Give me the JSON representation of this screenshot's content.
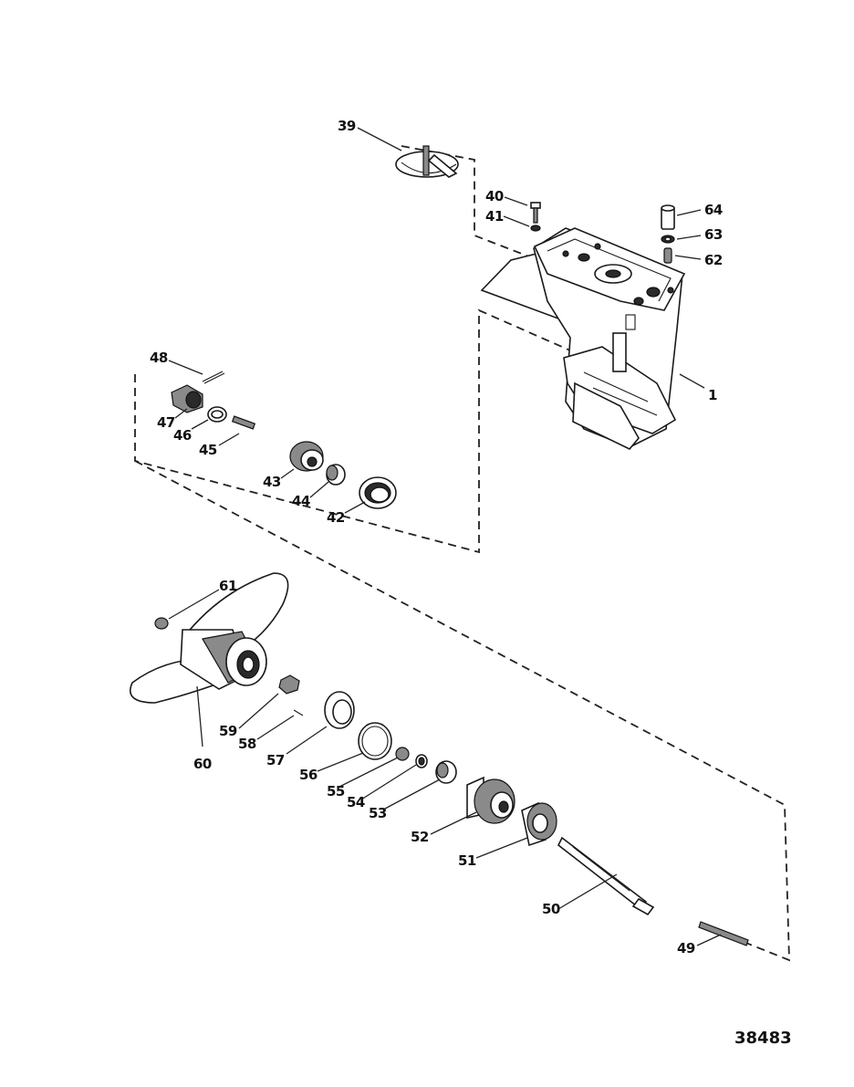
{
  "drawing_number": "38483",
  "labels": {
    "l1": "1",
    "l39": "39",
    "l40": "40",
    "l41": "41",
    "l42": "42",
    "l43": "43",
    "l44": "44",
    "l45": "45",
    "l46": "46",
    "l47": "47",
    "l48": "48",
    "l49": "49",
    "l50": "50",
    "l51": "51",
    "l52": "52",
    "l53": "53",
    "l54": "54",
    "l55": "55",
    "l56": "56",
    "l57": "57",
    "l58": "58",
    "l59": "59",
    "l60": "60",
    "l61": "61",
    "l62": "62",
    "l63": "63",
    "l64": "64"
  }
}
